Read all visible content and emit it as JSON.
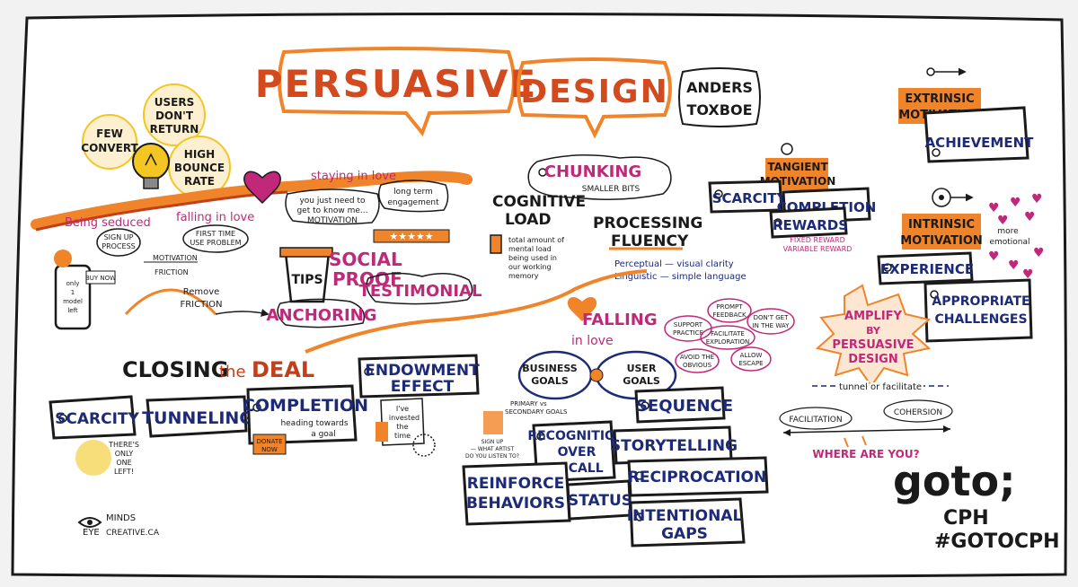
{
  "title": {
    "word1": "PERSUASIVE",
    "word2": "DESIGN"
  },
  "author": {
    "line1": "ANDERS",
    "line2": "TOXBOE"
  },
  "problems": {
    "few_convert": [
      "FEW",
      "CONVERT"
    ],
    "users_dont_return": [
      "USERS",
      "DON'T",
      "RETURN"
    ],
    "high_bounce": [
      "HIGH",
      "BOUNCE",
      "RATE"
    ]
  },
  "timeline": {
    "being_seduced": "Being seduced",
    "sign_up": [
      "SIGN UP",
      "PROCESS"
    ],
    "falling_in_love": "falling in love",
    "first_time": [
      "FIRST TIME",
      "USE PROBLEM"
    ],
    "staying_in_love": "staying in love",
    "know_me": [
      "you just need to",
      "get to know me..."
    ],
    "motivation": "MOTIVATION",
    "long_term": [
      "long term",
      "engagement"
    ]
  },
  "motivation_friction": {
    "motivation": "MOTIVATION",
    "friction": "FRICTION",
    "remove": [
      "Remove",
      "FRICTION"
    ]
  },
  "phone": {
    "buy_now": "BUY NOW",
    "only": [
      "only",
      "1",
      "model",
      "left"
    ]
  },
  "social": {
    "tips": "TIPS",
    "social_proof": [
      "SOCIAL",
      "PROOF"
    ],
    "testimonial": "TESTIMONIAL",
    "anchoring": "ANCHORING"
  },
  "chunking": {
    "label": "CHUNKING",
    "sub": "SMALLER BITS"
  },
  "cognitive_load": {
    "title": [
      "COGNITIVE",
      "LOAD"
    ],
    "desc": [
      "total amount of",
      "mental load",
      "being used in",
      "our working",
      "memory"
    ]
  },
  "processing_fluency": {
    "title": [
      "PROCESSING",
      "FLUENCY"
    ],
    "perceptual": "Perceptual — visual clarity",
    "linguistic": "Linguistic — simple language"
  },
  "closing": {
    "closing": "CLOSING",
    "the": "the",
    "deal": "DEAL"
  },
  "closing_boxes": {
    "scarcity": "SCARCITY",
    "tunneling": "TUNNELING",
    "completion": "COMPLETION",
    "heading": [
      "heading towards",
      "a goal"
    ],
    "donate": [
      "DONATE",
      "NOW"
    ],
    "endowment": [
      "ENDOWMENT",
      "EFFECT"
    ],
    "invested": [
      "I've",
      "invested",
      "the",
      "time"
    ],
    "theres_only": [
      "THERE'S",
      "ONLY",
      "ONE",
      "LEFT!"
    ]
  },
  "falling_in_love_center": {
    "falling": "FALLING",
    "in_love": "in love",
    "business_goals": [
      "BUSINESS",
      "GOALS"
    ],
    "user_goals": [
      "USER",
      "GOALS"
    ],
    "primary": [
      "PRIMARY vs",
      "SECONDARY GOALS"
    ],
    "sign_up": [
      "SIGN UP",
      "— WHAT ARTIST",
      "DO YOU LISTEN TO?"
    ]
  },
  "tips_cloud": {
    "support": [
      "SUPPORT",
      "PRACTICE"
    ],
    "prompt": [
      "PROMPT",
      "FEEDBACK"
    ],
    "dont_get": [
      "DON'T GET",
      "IN THE WAY"
    ],
    "facilitate": [
      "FACILITATE",
      "EXPLORATION"
    ],
    "allow": [
      "ALLOW",
      "ESCAPE"
    ],
    "avoid": [
      "AVOID THE",
      "OBVIOUS"
    ]
  },
  "patterns": {
    "sequence": "SEQUENCE",
    "recognition": [
      "RECOGNITION",
      "OVER",
      "RECALL"
    ],
    "storytelling": "STORYTELLING",
    "reinforce": [
      "REINFORCE",
      "BEHAVIORS"
    ],
    "status": "STATUS",
    "reciprocation": "RECIPROCATION",
    "intentional": [
      "INTENTIONAL",
      "GAPS"
    ]
  },
  "tangient": {
    "title": [
      "TANGIENT",
      "MOTIVATION"
    ],
    "scarcity": "SCARCITY",
    "completion": "COMPLETION",
    "rewards": "REWARDS",
    "fixed": "FIXED REWARD",
    "variable": "VARIABLE REWARD"
  },
  "extrinsic": {
    "title": [
      "EXTRINSIC",
      "MOTIVATION"
    ],
    "achievement": "ACHIEVEMENT"
  },
  "intrinsic": {
    "title": [
      "INTRINSIC",
      "MOTIVATION"
    ],
    "more_emotional": [
      "more",
      "emotional"
    ],
    "experience": "EXPERIENCE",
    "appropriate": [
      "APPROPRIATE",
      "CHALLENGES"
    ]
  },
  "amplify": {
    "lines": [
      "AMPLIFY",
      "BY",
      "PERSUASIVE",
      "DESIGN"
    ],
    "tunnel": "tunnel  or  facilitate"
  },
  "scale": {
    "facilitation": "FACILITATION",
    "cohersion": "COHERSION",
    "where": "WHERE ARE YOU?"
  },
  "goto": {
    "logo": "goto;",
    "city": "CPH",
    "hashtag": "#GOTOCPH"
  },
  "credit": {
    "line1": "MINDS",
    "line2": "EYE",
    "line3": "CREATIVE.CA"
  },
  "colors": {
    "orange": "#f0842a",
    "navy": "#1c2a78",
    "magenta": "#c0287a",
    "black": "#1a1a1a",
    "red": "#d8252c",
    "yellow": "#f3c623"
  }
}
